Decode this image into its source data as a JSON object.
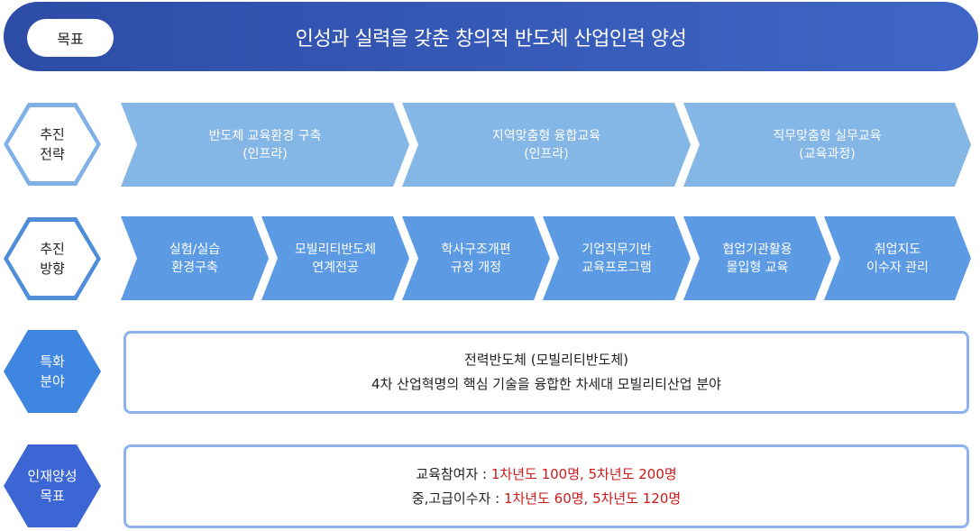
{
  "goal": {
    "label": "목표",
    "text": "인성과 실력을 갖춘 창의적 반도체 산업인력 양성"
  },
  "strategy": {
    "label_line1": "추진",
    "label_line2": "전략",
    "items": [
      {
        "line1": "반도체 교육환경 구축",
        "line2": "(인프라)"
      },
      {
        "line1": "지역맞춤형 융합교육",
        "line2": "(인프라)"
      },
      {
        "line1": "직무맞춤형 실무교육",
        "line2": "(교육과정)"
      }
    ]
  },
  "direction": {
    "label_line1": "추진",
    "label_line2": "방향",
    "items": [
      {
        "line1": "실험/실습",
        "line2": "환경구축"
      },
      {
        "line1": "모빌리티반도체",
        "line2": "연계전공"
      },
      {
        "line1": "학사구조개편",
        "line2": "규정 개정"
      },
      {
        "line1": "기업직무기반",
        "line2": "교육프로그램"
      },
      {
        "line1": "협업기관활용",
        "line2": "몰입형 교육"
      },
      {
        "line1": "취업지도",
        "line2": "이수자 관리"
      }
    ]
  },
  "specialty": {
    "label_line1": "특화",
    "label_line2": "분야",
    "line1": "전력반도체 (모빌리티반도체)",
    "line2": "4차 산업혁명의 핵심 기술을 융합한 차세대 모빌리티산업 분야"
  },
  "talent": {
    "label_line1": "인재양성",
    "label_line2": "목표",
    "row1_label": "교육참여자 : ",
    "row1_value": "1차년도 100명, 5차년도 200명",
    "row2_label": "중,고급이수자 : ",
    "row2_value": "1차년도 60명,  5차년도 120명"
  },
  "colors": {
    "goal_bar": "#2d4ca6",
    "chevron_light": "#84b6e6",
    "chevron_mid": "#5c9be4",
    "highlight_red": "#cc1a1a",
    "box_border": "#8db2ee"
  }
}
